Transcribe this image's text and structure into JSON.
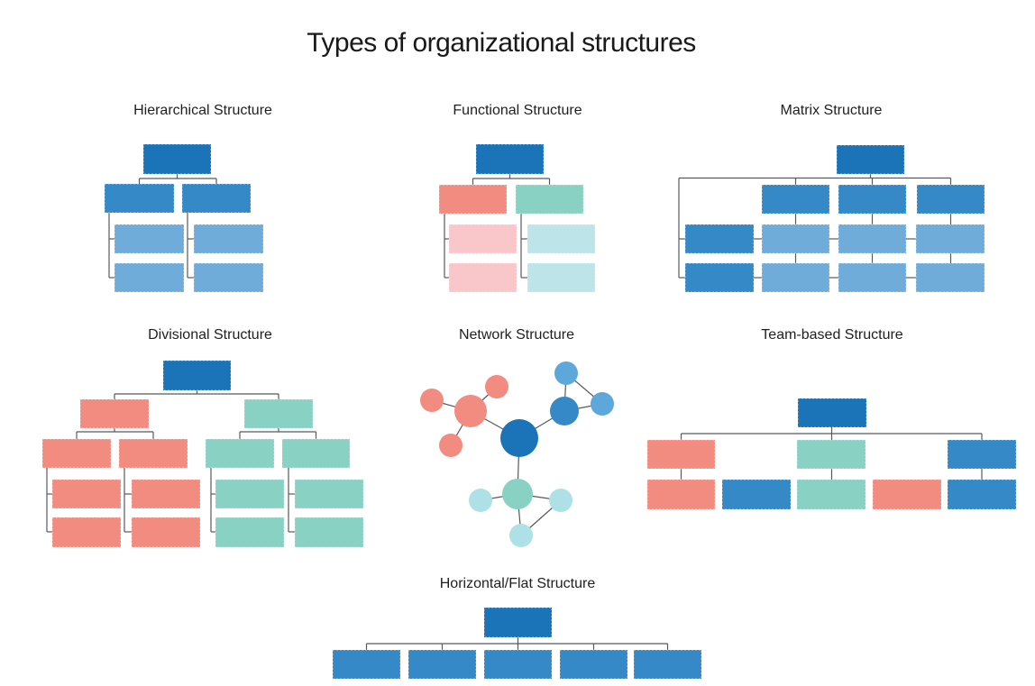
{
  "page_title": "Types of organizational structures",
  "colors": {
    "dark_blue": "#1B74B8",
    "medium_blue": "#3589C6",
    "light_blue": "#6FACD9",
    "salmon": "#F28B80",
    "light_pink": "#F9C7CA",
    "teal": "#89D1C3",
    "light_teal": "#BDE4E8",
    "net_blue": "#5EA7DA",
    "net_teal": "#AEE0E7",
    "line": "#58595B"
  },
  "diagrams": [
    {
      "id": "hierarchical",
      "title": "Hierarchical Structure",
      "lines": [
        [
          196.5,
          193,
          196.5,
          198
        ],
        [
          154.5,
          198,
          240,
          198
        ],
        [
          154.5,
          198,
          154.5,
          205
        ],
        [
          240,
          198,
          240,
          205
        ],
        [
          121,
          236,
          121,
          308
        ],
        [
          121,
          265,
          127,
          265
        ],
        [
          121,
          308,
          127,
          308
        ],
        [
          208,
          236,
          208,
          308
        ],
        [
          208,
          265,
          215,
          265
        ],
        [
          208,
          308,
          215,
          308
        ]
      ],
      "boxes": [
        [
          159,
          160,
          75,
          33,
          "dark_blue"
        ],
        [
          116,
          204,
          77,
          32,
          "medium_blue"
        ],
        [
          202,
          204,
          76,
          32,
          "medium_blue"
        ],
        [
          127,
          249,
          77,
          32,
          "light_blue"
        ],
        [
          215,
          249,
          77,
          32,
          "light_blue"
        ],
        [
          127,
          292,
          77,
          32,
          "light_blue"
        ],
        [
          215,
          292,
          77,
          32,
          "light_blue"
        ]
      ]
    },
    {
      "id": "functional",
      "title": "Functional Structure",
      "lines": [
        [
          565.5,
          193,
          565.5,
          198
        ],
        [
          524.5,
          198,
          609.5,
          198
        ],
        [
          524.5,
          198,
          524.5,
          205
        ],
        [
          609.5,
          198,
          609.5,
          205
        ],
        [
          493,
          237,
          493,
          308
        ],
        [
          493,
          265,
          498,
          265
        ],
        [
          493,
          308,
          498,
          308
        ],
        [
          578,
          237,
          578,
          308
        ],
        [
          578,
          265,
          585,
          265
        ],
        [
          578,
          308,
          585,
          308
        ]
      ],
      "boxes": [
        [
          528,
          160,
          75,
          33,
          "dark_blue"
        ],
        [
          487,
          205,
          75,
          32,
          "salmon"
        ],
        [
          572,
          205,
          75,
          32,
          "teal"
        ],
        [
          498,
          249,
          75,
          32,
          "light_pink"
        ],
        [
          585,
          249,
          75,
          32,
          "light_teal"
        ],
        [
          498,
          292,
          75,
          32,
          "light_pink"
        ],
        [
          585,
          292,
          75,
          32,
          "light_teal"
        ]
      ]
    },
    {
      "id": "matrix",
      "title": "Matrix Structure",
      "lines": [
        [
          965.5,
          193,
          965.5,
          197.5
        ],
        [
          753,
          197.5,
          1054.5,
          197.5
        ],
        [
          882.5,
          197.5,
          882.5,
          205
        ],
        [
          967.5,
          197.5,
          967.5,
          205
        ],
        [
          1054.5,
          197.5,
          1054.5,
          205
        ],
        [
          753,
          197.5,
          753,
          308
        ],
        [
          753,
          265,
          760,
          265
        ],
        [
          753,
          308,
          760,
          308
        ],
        [
          882.5,
          237,
          882.5,
          249
        ],
        [
          967.5,
          237,
          967.5,
          249
        ],
        [
          1054.5,
          237,
          1054.5,
          249
        ],
        [
          882.5,
          281,
          882.5,
          292
        ],
        [
          967.5,
          281,
          967.5,
          292
        ],
        [
          1054.5,
          281,
          1054.5,
          292
        ],
        [
          836,
          265,
          845,
          265
        ],
        [
          920,
          265,
          930,
          265
        ],
        [
          1005,
          265,
          1016,
          265
        ],
        [
          836,
          308,
          845,
          308
        ],
        [
          920,
          308,
          930,
          308
        ],
        [
          1005,
          308,
          1016,
          308
        ]
      ],
      "boxes": [
        [
          928,
          161,
          75,
          32,
          "dark_blue"
        ],
        [
          845,
          205,
          75,
          32,
          "medium_blue"
        ],
        [
          930,
          205,
          75,
          32,
          "medium_blue"
        ],
        [
          1017,
          205,
          75,
          32,
          "medium_blue"
        ],
        [
          760,
          249,
          76,
          32,
          "medium_blue"
        ],
        [
          845,
          249,
          75,
          32,
          "light_blue"
        ],
        [
          930,
          249,
          75,
          32,
          "light_blue"
        ],
        [
          1016,
          249,
          76,
          32,
          "light_blue"
        ],
        [
          760,
          292,
          76,
          32,
          "medium_blue"
        ],
        [
          845,
          292,
          75,
          32,
          "light_blue"
        ],
        [
          930,
          292,
          75,
          32,
          "light_blue"
        ],
        [
          1016,
          292,
          76,
          32,
          "light_blue"
        ]
      ]
    },
    {
      "id": "divisional",
      "title": "Divisional Structure",
      "lines": [
        [
          218.5,
          433,
          218.5,
          437
        ],
        [
          127,
          437,
          309,
          437
        ],
        [
          127,
          437,
          127,
          443
        ],
        [
          309,
          437,
          309,
          443
        ],
        [
          127,
          475,
          127,
          479
        ],
        [
          85,
          479,
          170,
          479
        ],
        [
          85,
          479,
          85,
          487
        ],
        [
          170,
          479,
          170,
          487
        ],
        [
          309,
          475,
          309,
          479
        ],
        [
          266,
          479,
          350.5,
          479
        ],
        [
          266,
          479,
          266,
          487
        ],
        [
          350.5,
          479,
          350.5,
          487
        ],
        [
          52,
          519,
          52,
          590
        ],
        [
          52,
          548,
          58,
          548
        ],
        [
          52,
          590,
          58,
          590
        ],
        [
          138,
          519,
          138,
          590
        ],
        [
          138,
          548,
          146,
          548
        ],
        [
          138,
          590,
          146,
          590
        ],
        [
          234,
          519,
          234,
          590
        ],
        [
          234,
          548,
          239,
          548
        ],
        [
          234,
          590,
          239,
          590
        ],
        [
          320,
          519,
          320,
          590
        ],
        [
          320,
          548,
          327,
          548
        ],
        [
          320,
          590,
          327,
          590
        ]
      ],
      "boxes": [
        [
          181,
          400,
          75,
          33,
          "dark_blue"
        ],
        [
          89,
          443,
          76,
          32,
          "salmon"
        ],
        [
          271,
          443,
          76,
          32,
          "teal"
        ],
        [
          47,
          487,
          76,
          32,
          "salmon"
        ],
        [
          132,
          487,
          76,
          32,
          "salmon"
        ],
        [
          228,
          487,
          76,
          32,
          "teal"
        ],
        [
          313,
          487,
          75,
          32,
          "teal"
        ],
        [
          58,
          532,
          76,
          32,
          "salmon"
        ],
        [
          146,
          532,
          76,
          32,
          "salmon"
        ],
        [
          239,
          532,
          76,
          32,
          "teal"
        ],
        [
          327,
          532,
          76,
          32,
          "teal"
        ],
        [
          58,
          574,
          76,
          33,
          "salmon"
        ],
        [
          146,
          574,
          76,
          33,
          "salmon"
        ],
        [
          239,
          574,
          76,
          33,
          "teal"
        ],
        [
          327,
          574,
          76,
          33,
          "teal"
        ]
      ]
    },
    {
      "id": "network",
      "title": "Network Structure",
      "circles": [
        [
          576,
          486,
          21,
          "dark_blue"
        ],
        [
          522,
          456,
          18,
          "salmon"
        ],
        [
          551,
          429,
          13,
          "salmon"
        ],
        [
          479,
          444,
          13,
          "salmon"
        ],
        [
          500,
          494,
          13,
          "salmon"
        ],
        [
          626,
          456,
          16,
          "medium_blue"
        ],
        [
          628,
          414,
          13,
          "net_blue"
        ],
        [
          668,
          448,
          13,
          "net_blue"
        ],
        [
          574,
          548,
          17,
          "teal"
        ],
        [
          533,
          555,
          13,
          "net_teal"
        ],
        [
          622,
          555,
          13,
          "net_teal"
        ],
        [
          578,
          594,
          13,
          "net_teal"
        ]
      ],
      "edges": [
        [
          0,
          1
        ],
        [
          1,
          2
        ],
        [
          1,
          3
        ],
        [
          1,
          4
        ],
        [
          0,
          5
        ],
        [
          5,
          6
        ],
        [
          5,
          7
        ],
        [
          6,
          7
        ],
        [
          0,
          8
        ],
        [
          8,
          9
        ],
        [
          8,
          10
        ],
        [
          8,
          11
        ],
        [
          10,
          11
        ]
      ]
    },
    {
      "id": "team-based",
      "title": "Team-based Structure",
      "lines": [
        [
          922.5,
          474,
          922.5,
          481
        ],
        [
          755.5,
          481,
          1089,
          481
        ],
        [
          755.5,
          481,
          755.5,
          488
        ],
        [
          922.5,
          481,
          922.5,
          488
        ],
        [
          1089,
          481,
          1089,
          488
        ],
        [
          755.5,
          520,
          755.5,
          532
        ],
        [
          922.5,
          520,
          922.5,
          532
        ],
        [
          1089,
          520,
          1089,
          532
        ]
      ],
      "boxes": [
        [
          885,
          442,
          76,
          32,
          "dark_blue"
        ],
        [
          718,
          488,
          75,
          32,
          "salmon"
        ],
        [
          884,
          488,
          76,
          32,
          "teal"
        ],
        [
          1051,
          488,
          76,
          32,
          "medium_blue"
        ],
        [
          718,
          532,
          75,
          33,
          "salmon"
        ],
        [
          801,
          532,
          76,
          33,
          "medium_blue"
        ],
        [
          884,
          532,
          76,
          33,
          "teal"
        ],
        [
          968,
          532,
          76,
          33,
          "salmon"
        ],
        [
          1051,
          532,
          76,
          33,
          "medium_blue"
        ]
      ]
    },
    {
      "id": "horizontal-flat",
      "title": "Horizontal/Flat Structure",
      "lines": [
        [
          574.5,
          707,
          574.5,
          714
        ],
        [
          406.5,
          714,
          740.5,
          714
        ],
        [
          406.5,
          714,
          406.5,
          721
        ],
        [
          490.5,
          714,
          490.5,
          721
        ],
        [
          574.5,
          714,
          574.5,
          721
        ],
        [
          658.5,
          714,
          658.5,
          721
        ],
        [
          740.5,
          714,
          740.5,
          721
        ]
      ],
      "boxes": [
        [
          537,
          674,
          75,
          33,
          "dark_blue"
        ],
        [
          369,
          721,
          75,
          32,
          "medium_blue"
        ],
        [
          453,
          721,
          75,
          32,
          "medium_blue"
        ],
        [
          537,
          721,
          75,
          32,
          "medium_blue"
        ],
        [
          621,
          721,
          75,
          32,
          "medium_blue"
        ],
        [
          703,
          721,
          75,
          32,
          "medium_blue"
        ]
      ]
    }
  ]
}
